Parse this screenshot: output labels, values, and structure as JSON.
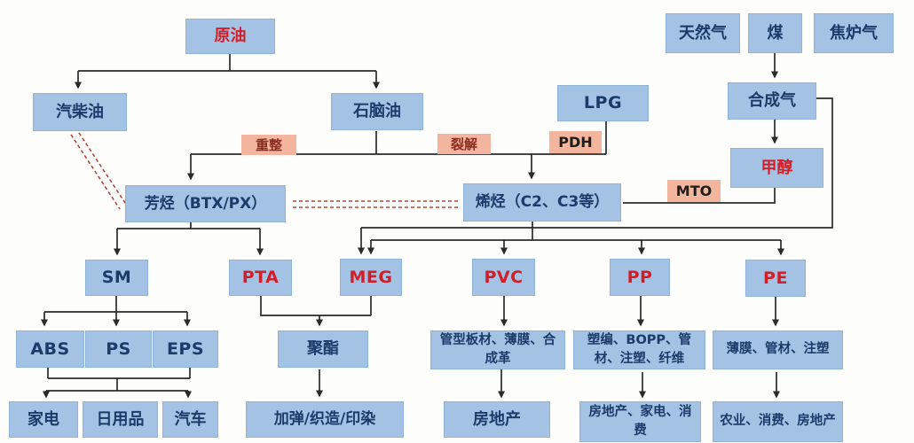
{
  "colors": {
    "box_blue": "#a4c3e4",
    "box_orange": "#f3b59d",
    "text_navy": "#1c3a6a",
    "text_red": "#d01f28",
    "tag_text": "#8c2a1e",
    "line": "#2a2a2a",
    "dashed_red": "#b0483a",
    "bg": "#fdfdfc"
  },
  "nodes": {
    "crude_oil": {
      "label": "原油"
    },
    "gas_diesel": {
      "label": "汽柴油"
    },
    "naphtha": {
      "label": "石脑油"
    },
    "lpg": {
      "label": "LPG"
    },
    "natural_gas": {
      "label": "天然气"
    },
    "coal": {
      "label": "煤"
    },
    "coke_oven_gas": {
      "label": "焦炉气"
    },
    "syngas": {
      "label": "合成气"
    },
    "methanol": {
      "label": "甲醇"
    },
    "aromatics": {
      "label": "芳烃（BTX/PX）"
    },
    "olefins": {
      "label": "烯烃（C2、C3等）"
    },
    "sm": {
      "label": "SM"
    },
    "pta": {
      "label": "PTA"
    },
    "meg": {
      "label": "MEG"
    },
    "pvc": {
      "label": "PVC"
    },
    "pp": {
      "label": "PP"
    },
    "pe": {
      "label": "PE"
    },
    "abs": {
      "label": "ABS"
    },
    "ps": {
      "label": "PS"
    },
    "eps": {
      "label": "EPS"
    },
    "polyester": {
      "label": "聚酯"
    },
    "pvc_products": {
      "label": "管型板材、薄膜、合成革"
    },
    "pp_products": {
      "label": "塑编、BOPP、管材、注塑、纤维"
    },
    "pe_products": {
      "label": "薄膜、管材、注塑"
    },
    "home_appliance": {
      "label": "家电"
    },
    "daily_goods": {
      "label": "日用品"
    },
    "automobile": {
      "label": "汽车"
    },
    "texturing": {
      "label": "加弹/织造/印染"
    },
    "real_estate": {
      "label": "房地产"
    },
    "pp_end_use": {
      "label": "房地产、家电、消费"
    },
    "pe_end_use": {
      "label": "农业、消费、房地产"
    }
  },
  "process_labels": {
    "reforming": "重整",
    "cracking": "裂解",
    "pdh": "PDH",
    "mto": "MTO"
  }
}
